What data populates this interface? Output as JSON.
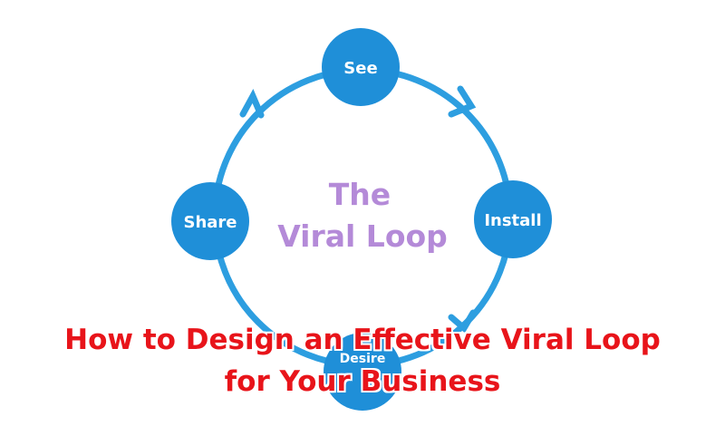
{
  "diagram": {
    "center_title_line1": "The",
    "center_title_line2": "Viral Loop",
    "nodes": [
      {
        "label": "See"
      },
      {
        "label": "Install"
      },
      {
        "label": "Desire"
      },
      {
        "label": "Share"
      }
    ]
  },
  "headline": {
    "line1": "How to Design an Effective Viral Loop",
    "line2": "for Your Business"
  },
  "colors": {
    "ring": "#2d9ee0",
    "node": "#1f8fd8",
    "center_text": "#b48ad8",
    "headline": "#e8141a"
  }
}
